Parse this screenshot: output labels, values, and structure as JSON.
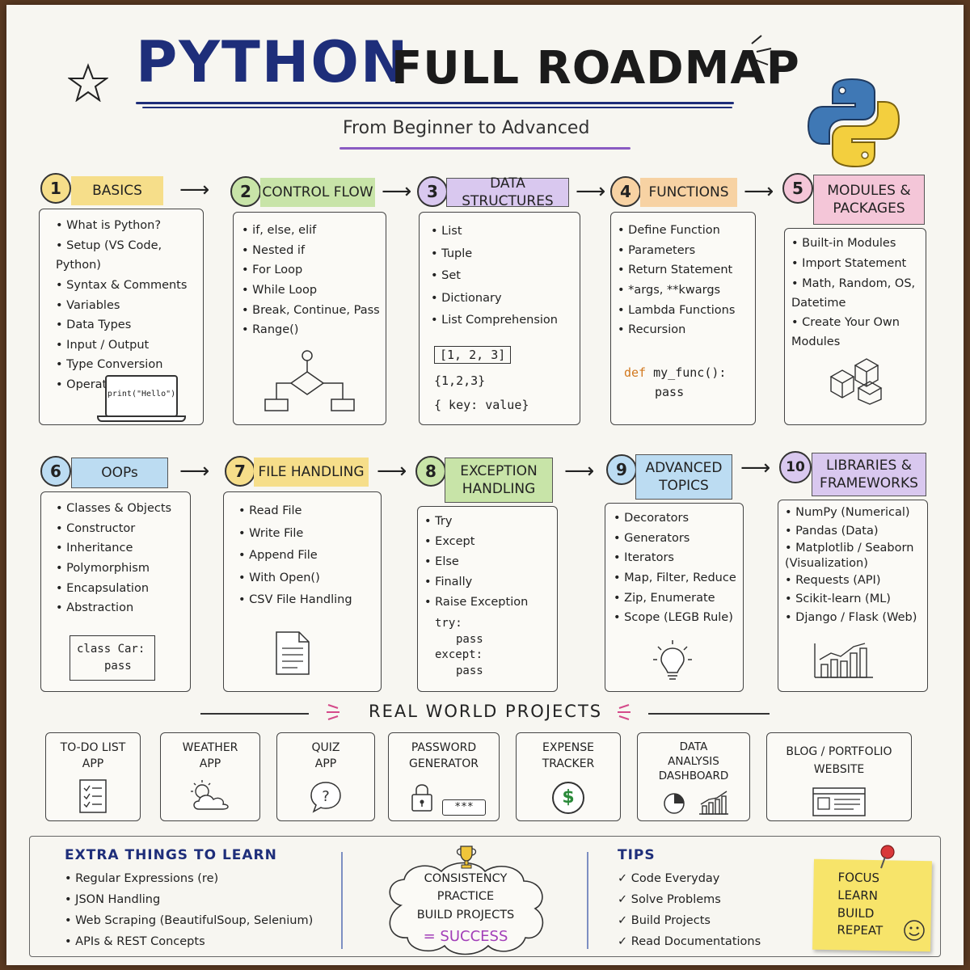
{
  "header": {
    "title_python": "PYTHON",
    "title_rest": "FULL ROADMAP",
    "subtitle": "From Beginner to Advanced"
  },
  "colors": {
    "yellow": "#f6de8a",
    "green": "#c8e4a8",
    "purple": "#d9c8ef",
    "orange": "#f7d2a3",
    "pink": "#f4c6d8",
    "blue": "#bcdcf2",
    "navy": "#1e2e7a",
    "python_blue": "#3f78b5",
    "python_yellow": "#f3cf3e"
  },
  "steps": [
    {
      "num": "1",
      "title": "BASICS",
      "items": [
        "What is Python?",
        "Setup (VS Code, Python)",
        "Syntax & Comments",
        "Variables",
        "Data Types",
        "Input / Output",
        "Type Conversion",
        "Operators"
      ],
      "code": "print(\"Hello\")"
    },
    {
      "num": "2",
      "title": "CONTROL FLOW",
      "items": [
        "if, else, elif",
        "Nested if",
        "For Loop",
        "While Loop",
        "Break, Continue, Pass",
        "Range()"
      ]
    },
    {
      "num": "3",
      "title": "DATA STRUCTURES",
      "items": [
        "List",
        "Tuple",
        "Set",
        "Dictionary",
        "List Comprehension"
      ],
      "code": [
        "[1, 2, 3]",
        "{1,2,3}",
        "{ key: value}"
      ]
    },
    {
      "num": "4",
      "title": "FUNCTIONS",
      "items": [
        "Define Function",
        "Parameters",
        "Return Statement",
        "*args, **kwargs",
        "Lambda Functions",
        "Recursion"
      ],
      "code_kw": "def",
      "code_rest": "my_func():",
      "code_body": "pass"
    },
    {
      "num": "5",
      "title_line1": "MODULES &",
      "title_line2": "PACKAGES",
      "items": [
        "Built-in Modules",
        "Import Statement",
        "Math, Random, OS, Datetime",
        "Create Your Own Modules"
      ]
    },
    {
      "num": "6",
      "title": "OOPs",
      "items": [
        "Classes & Objects",
        "Constructor",
        "Inheritance",
        "Polymorphism",
        "Encapsulation",
        "Abstraction"
      ],
      "code": [
        "class Car:",
        "pass"
      ]
    },
    {
      "num": "7",
      "title": "FILE HANDLING",
      "items": [
        "Read File",
        "Write File",
        "Append File",
        "With Open()",
        "CSV File Handling"
      ]
    },
    {
      "num": "8",
      "title_line1": "EXCEPTION",
      "title_line2": "HANDLING",
      "items": [
        "Try",
        "Except",
        "Else",
        "Finally",
        "Raise Exception"
      ],
      "code": [
        "try:",
        "pass",
        "except:",
        "pass"
      ]
    },
    {
      "num": "9",
      "title_line1": "ADVANCED",
      "title_line2": "TOPICS",
      "items": [
        "Decorators",
        "Generators",
        "Iterators",
        "Map, Filter, Reduce",
        "Zip, Enumerate",
        "Scope (LEGB Rule)"
      ]
    },
    {
      "num": "10",
      "title_line1": "LIBRARIES &",
      "title_line2": "FRAMEWORKS",
      "items": [
        "NumPy (Numerical)",
        "Pandas (Data)",
        "Matplotlib / Seaborn (Visualization)",
        "Requests (API)",
        "Scikit-learn (ML)",
        "Django / Flask (Web)"
      ]
    }
  ],
  "projects": {
    "heading": "REAL WORLD PROJECTS",
    "items": [
      {
        "line1": "TO-DO LIST",
        "line2": "APP",
        "icon": "checklist-icon"
      },
      {
        "line1": "WEATHER",
        "line2": "APP",
        "icon": "weather-icon"
      },
      {
        "line1": "QUIZ",
        "line2": "APP",
        "icon": "question-icon"
      },
      {
        "line1": "PASSWORD",
        "line2": "GENERATOR",
        "icon": "lock-icon",
        "mask": "***"
      },
      {
        "line1": "EXPENSE",
        "line2": "TRACKER",
        "icon": "dollar-icon",
        "symbol": "$"
      },
      {
        "line1": "DATA",
        "line2": "ANALYSIS",
        "line3": "DASHBOARD",
        "icon": "chart-icon"
      },
      {
        "line1": "BLOG / PORTFOLIO",
        "line2": "WEBSITE",
        "icon": "browser-icon"
      }
    ]
  },
  "extra": {
    "heading": "EXTRA THINGS TO LEARN",
    "items": [
      "Regular Expressions (re)",
      "JSON Handling",
      "Web Scraping (BeautifulSoup, Selenium)",
      "APIs & REST Concepts"
    ]
  },
  "cloud": {
    "lines": [
      "CONSISTENCY",
      "PRACTICE",
      "BUILD PROJECTS"
    ],
    "result": "= SUCCESS"
  },
  "tips": {
    "heading": "TIPS",
    "items": [
      "Code Everyday",
      "Solve Problems",
      "Build Projects",
      "Read Documentations"
    ]
  },
  "sticky": {
    "lines": [
      "FOCUS",
      "LEARN",
      "BUILD",
      "REPEAT"
    ]
  }
}
